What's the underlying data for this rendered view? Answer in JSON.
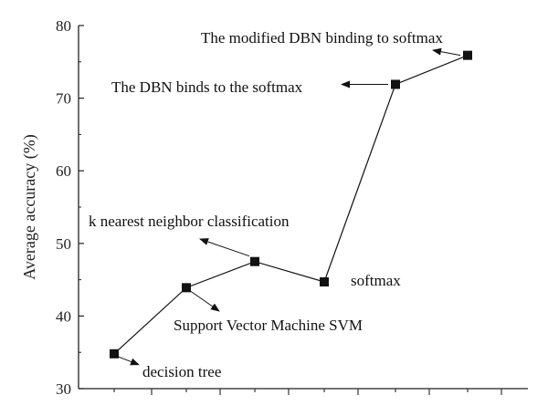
{
  "chart_data": {
    "type": "line",
    "ylabel": "Average accuracy (%)",
    "xlabel": "",
    "ylim": [
      30,
      80
    ],
    "yticks": [
      30,
      40,
      50,
      60,
      70,
      80
    ],
    "x": [
      1,
      2,
      3,
      4,
      5,
      6
    ],
    "series": [
      {
        "values": [
          34.8,
          43.9,
          47.5,
          44.7,
          71.9,
          75.9
        ]
      }
    ],
    "annotations": [
      {
        "text": "decision tree",
        "point_index": 0
      },
      {
        "text": "Support Vector Machine SVM",
        "point_index": 1
      },
      {
        "text": "k nearest neighbor classification",
        "point_index": 2
      },
      {
        "text": "softmax",
        "point_index": 3
      },
      {
        "text": "The DBN binds to the softmax",
        "point_index": 4
      },
      {
        "text": "The modified DBN binding to softmax",
        "point_index": 5
      }
    ],
    "grid": false,
    "colors": {
      "line": "#111111",
      "marker": "#111111",
      "axis": "#222222"
    }
  }
}
